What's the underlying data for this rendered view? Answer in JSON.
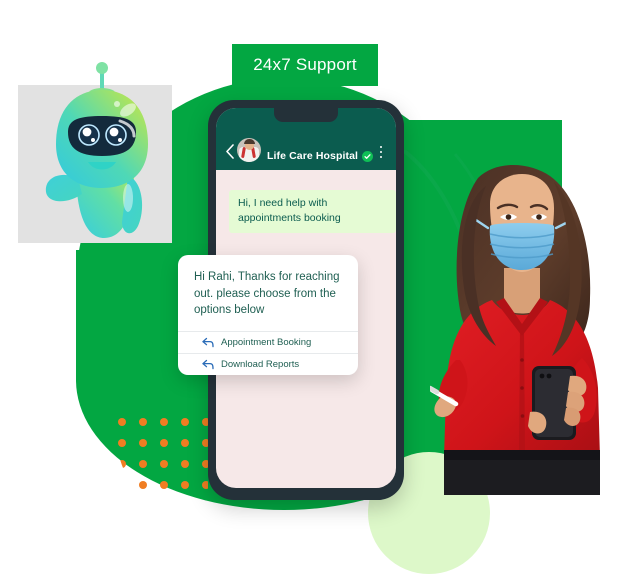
{
  "badge": {
    "label": "24x7 Support"
  },
  "phone": {
    "header": {
      "back_icon": "back-chevron-icon",
      "avatar_icon": "doctor-avatar",
      "title": "Life Care Hospital",
      "verified_icon": "verified-check-icon",
      "menu_icon": "kebab-menu-icon"
    },
    "messages": [
      {
        "author": "user",
        "text": "Hi, I need help with appointments booking"
      }
    ],
    "bot_card": {
      "text": "Hi Rahi, Thanks for reaching out. please choose from the options below",
      "options": [
        {
          "icon": "reply-arrow-icon",
          "label": "Appointment Booking"
        },
        {
          "icon": "reply-arrow-icon",
          "label": "Download Reports"
        }
      ]
    }
  },
  "illustrations": {
    "robot": "chatbot-mascot",
    "woman": "masked-woman-with-phone"
  },
  "colors": {
    "brand_green": "#03a742",
    "header_teal": "#0b5c4f",
    "pale_green": "#ddf8c9",
    "bubble_green": "#e5fbd4",
    "screen_pink": "#f6e8e8",
    "phone_frame": "#243139",
    "link_blue": "#2b6cb8",
    "accent_orange": "#f07d22",
    "blouse_red": "#d8191f",
    "mask_blue": "#6fb9e4"
  }
}
